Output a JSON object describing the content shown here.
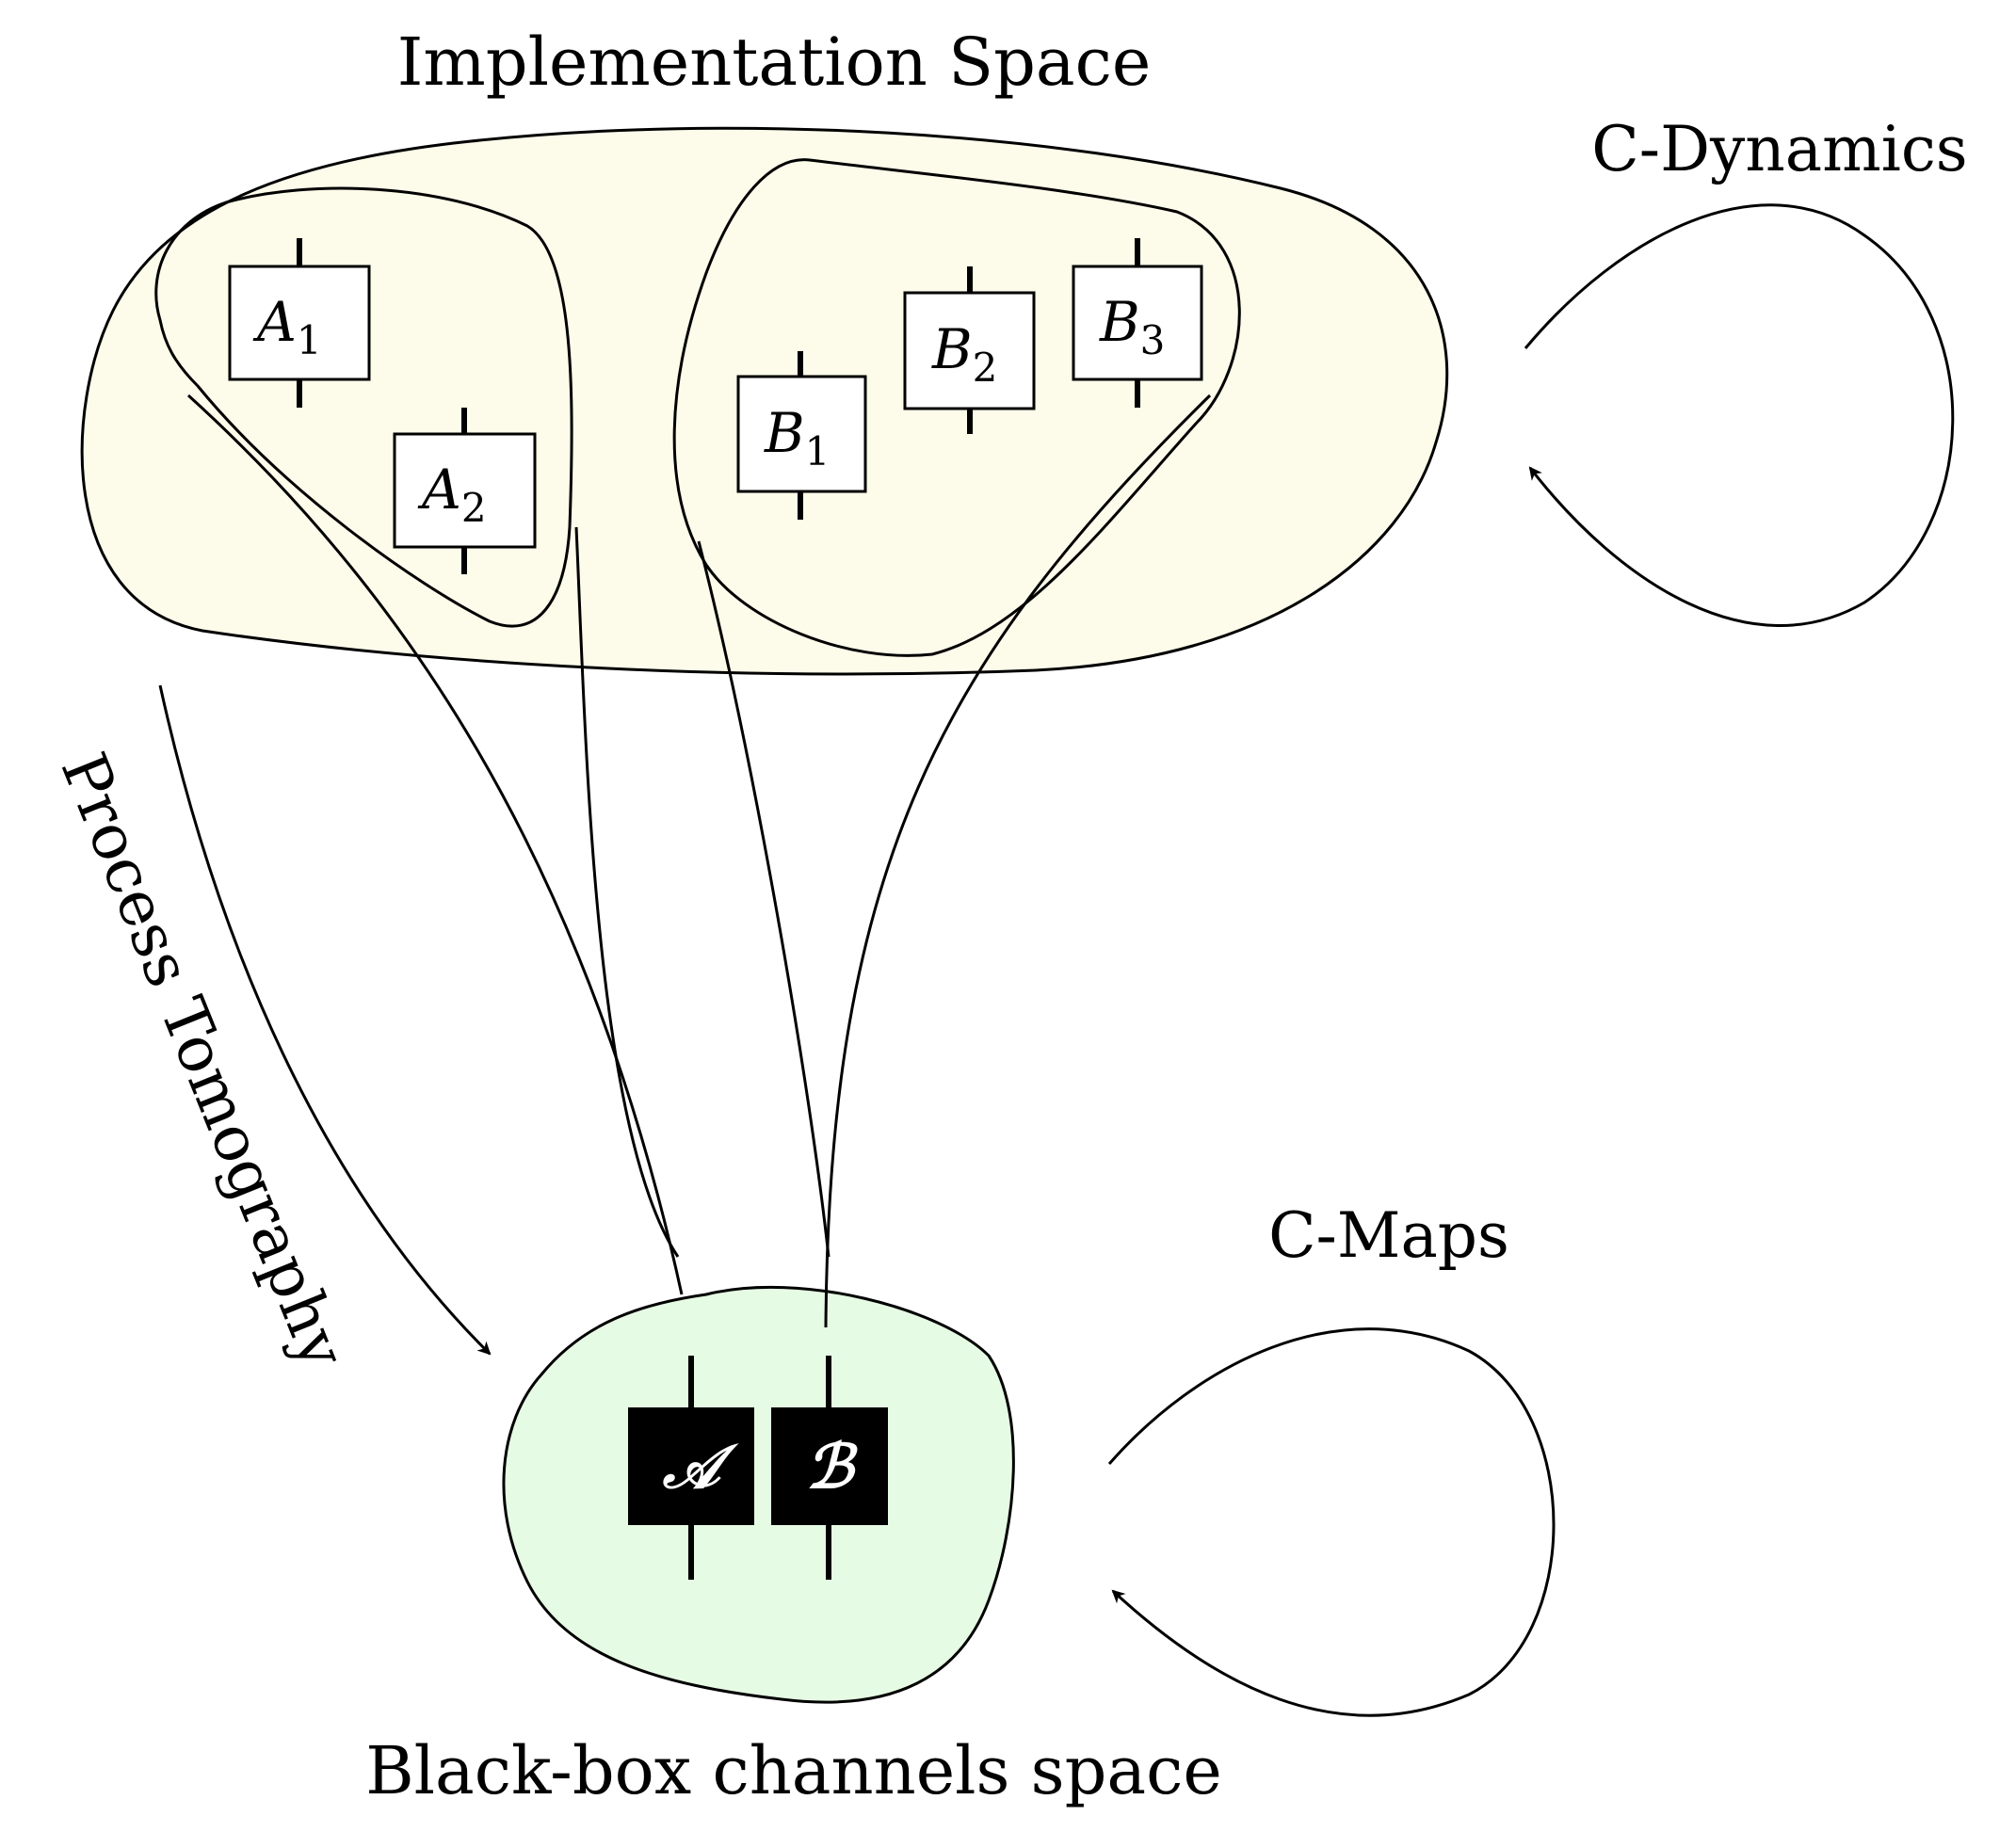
{
  "labels": {
    "implementation_space": "Implementation Space",
    "c_dynamics": "C-Dynamics",
    "process_tomography": "Process Tomography",
    "c_maps": "C-Maps",
    "black_box_space": "Black-box channels space"
  },
  "implementation_boxes": [
    {
      "id": "a1",
      "letter": "A",
      "sub": "1"
    },
    {
      "id": "a2",
      "letter": "A",
      "sub": "2"
    },
    {
      "id": "b1",
      "letter": "B",
      "sub": "1"
    },
    {
      "id": "b2",
      "letter": "B",
      "sub": "2"
    },
    {
      "id": "b3",
      "letter": "B",
      "sub": "3"
    }
  ],
  "black_boxes": [
    {
      "id": "cal-a",
      "letter": "𝒜"
    },
    {
      "id": "cal-b",
      "letter": "ℬ"
    }
  ],
  "colors": {
    "implementation_fill": "#fdfbea",
    "black_box_space_fill": "#e6fbe4",
    "stroke": "#000000",
    "black_box_fill": "#000000"
  }
}
